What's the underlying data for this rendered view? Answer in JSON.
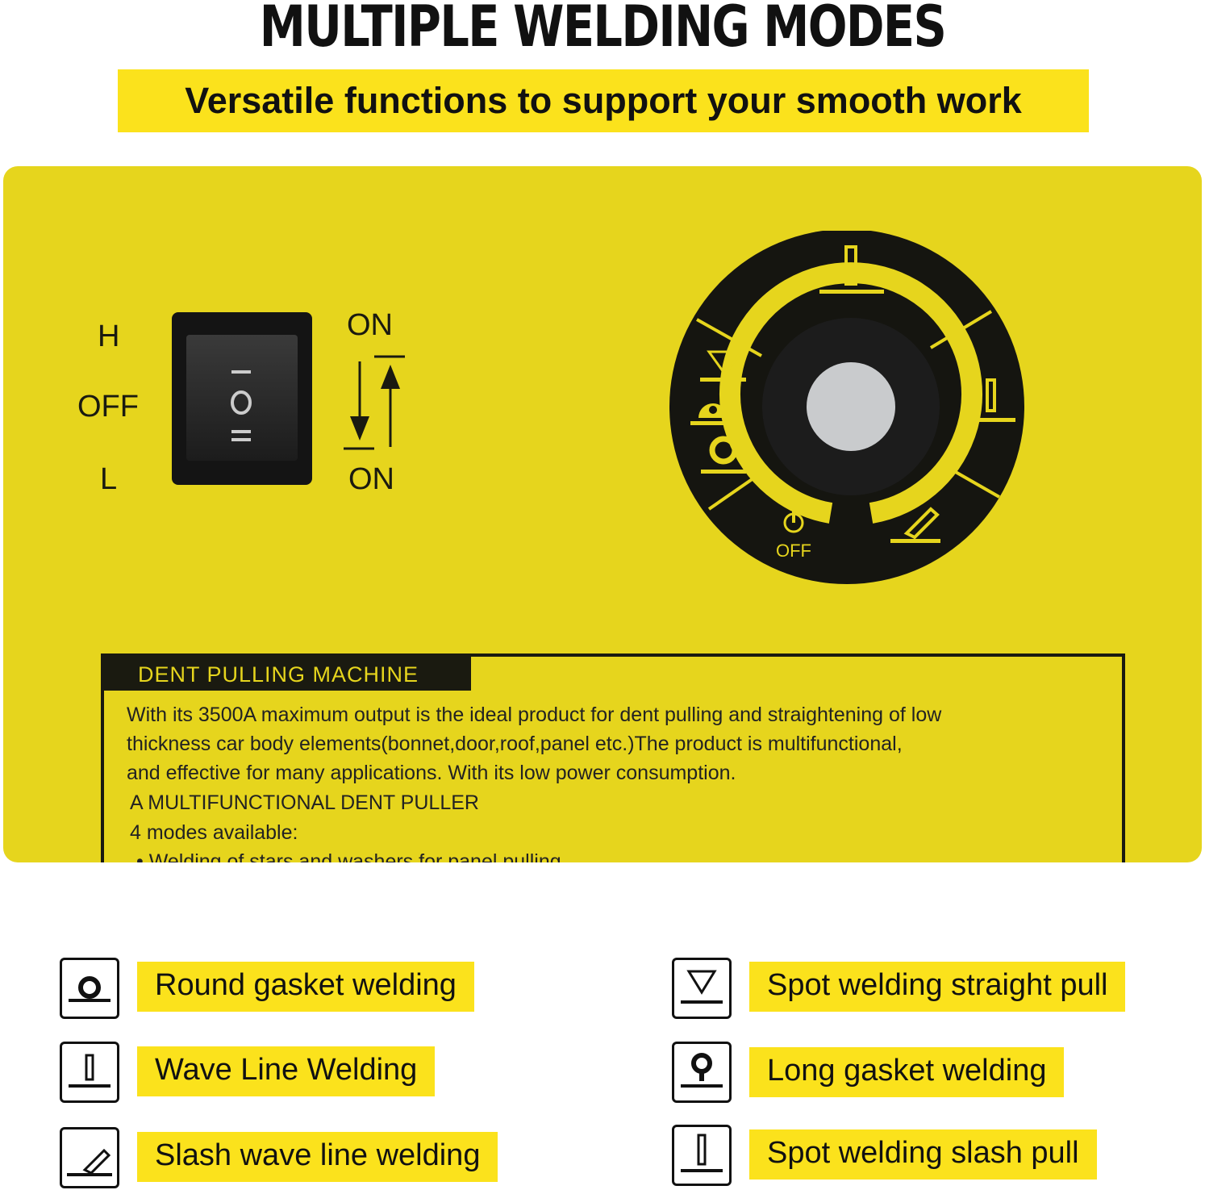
{
  "header": {
    "title": "MULTIPLE WELDING MODES",
    "subtitle": "Versatile functions to support your smooth work"
  },
  "switch": {
    "labels": {
      "high": "H",
      "off": "OFF",
      "low": "L"
    },
    "positions": {
      "top": "ON",
      "bottom": "ON"
    },
    "rocker_symbols": [
      "I",
      "O",
      "II"
    ]
  },
  "dial": {
    "off_label": "OFF",
    "icons": [
      "spot-welding-slash-pull-icon",
      "spot-welding-straight-pull-icon",
      "round-gasket-icon",
      "long-gasket-icon",
      "wave-line-icon",
      "slash-wave-line-icon",
      "power-icon"
    ]
  },
  "info_panel": {
    "heading": "DENT PULLING MACHINE",
    "lines": [
      "With its 3500A maximum output is the ideal product for dent pulling and straightening of low",
      "thickness car body elements(bonnet,door,roof,panel etc.)The product is multifunctional,",
      "and effective for many applications. With its low power consumption.",
      "A MULTIFUNCTIONAL DENT PULLER",
      "4 modes available:",
      "• Welding of stars and washers for panel pulling"
    ]
  },
  "modes": [
    {
      "label": "Round gasket welding",
      "icon": "round-gasket-icon"
    },
    {
      "label": "Wave Line Welding",
      "icon": "wave-line-icon"
    },
    {
      "label": "Slash wave line welding",
      "icon": "slash-wave-line-icon"
    },
    {
      "label": "Spot welding straight pull",
      "icon": "spot-straight-pull-icon"
    },
    {
      "label": "Long gasket welding",
      "icon": "long-gasket-icon"
    },
    {
      "label": "Spot welding slash pull",
      "icon": "spot-slash-pull-icon"
    }
  ],
  "colors": {
    "brand_yellow": "#fbe21c",
    "panel_yellow": "#e6d51d",
    "ink": "#111111"
  }
}
